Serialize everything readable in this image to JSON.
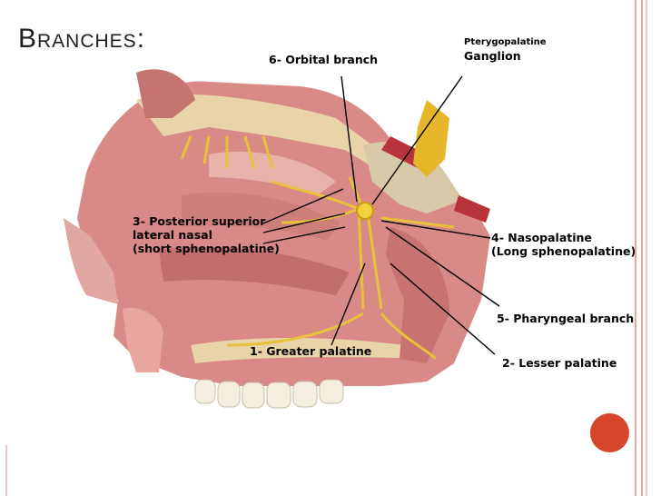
{
  "slide": {
    "title": "Branches:",
    "colors": {
      "border": "#e8a6a6",
      "accent_dot": "#d6462a",
      "title_text": "#1f1f1f"
    }
  },
  "labels": {
    "orbital": "6- Orbital branch",
    "ganglion_line1": "Pterygopalatine",
    "ganglion_line2": "Ganglion",
    "posterior_line1": "3- Posterior superior",
    "posterior_line2": "lateral nasal",
    "posterior_line3": "(short sphenopalatine)",
    "nasopalatine_line1": "4- Nasopalatine",
    "nasopalatine_line2": "(Long sphenopalatine)",
    "pharyngeal": "5- Pharyngeal branch",
    "greater": "1- Greater palatine",
    "lesser": "2- Lesser palatine"
  }
}
